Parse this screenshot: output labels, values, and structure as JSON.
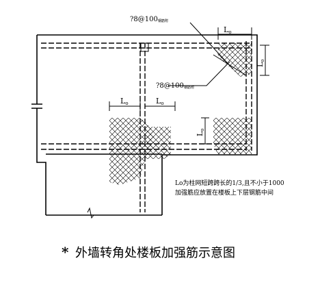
{
  "diagram": {
    "title": "外墙转角处楼板加强筋示意图",
    "title_marker": "*",
    "labels": {
      "rebar_top": "?8@100",
      "rebar_top_suffix": "钢筋附",
      "rebar_mid": "?8@100",
      "rebar_mid_suffix": "钢筋附",
      "lo_symbol": "L",
      "lo_subscript": "o"
    },
    "notes": [
      "Lo为柱网短跨跨长的1/3,且不小于1000",
      "加强筋应放置在楼板上下层钢筋中间"
    ]
  }
}
